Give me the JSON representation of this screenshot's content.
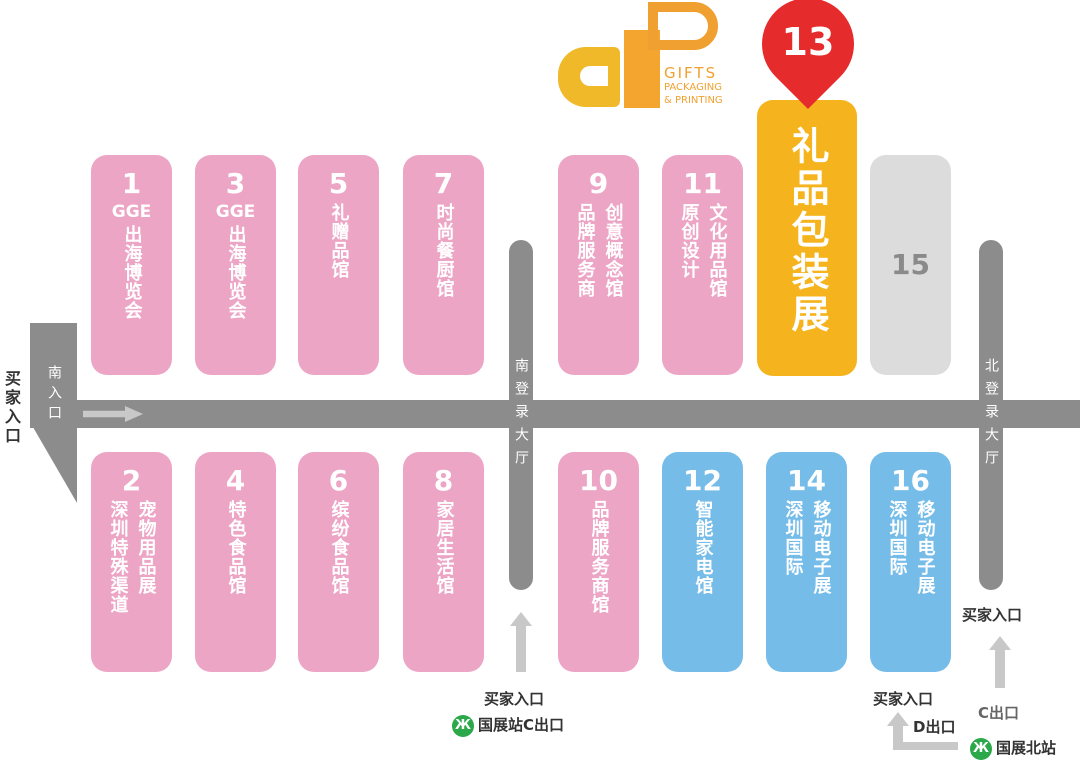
{
  "logo": {
    "text": "GPP",
    "line1": "GIFTS",
    "line2": "PACKAGING",
    "line3": "& PRINTING"
  },
  "highlight": {
    "number": "13",
    "title": "礼品包装展"
  },
  "halls_top": [
    {
      "num": "1",
      "sub": "GGE",
      "cols": [
        "出海博览会"
      ]
    },
    {
      "num": "3",
      "sub": "GGE",
      "cols": [
        "出海博览会"
      ]
    },
    {
      "num": "5",
      "cols": [
        "礼赠品馆"
      ]
    },
    {
      "num": "7",
      "cols": [
        "时尚餐厨馆"
      ]
    },
    {
      "num": "9",
      "cols": [
        "创意概念馆",
        "品牌服务商"
      ]
    },
    {
      "num": "11",
      "cols": [
        "文化用品馆",
        "原创设计"
      ]
    },
    {
      "num": "15"
    }
  ],
  "halls_bottom": [
    {
      "num": "2",
      "cols": [
        "宠物用品展",
        "深圳特殊渠道"
      ]
    },
    {
      "num": "4",
      "cols": [
        "特色食品馆"
      ]
    },
    {
      "num": "6",
      "cols": [
        "缤纷食品馆"
      ]
    },
    {
      "num": "8",
      "cols": [
        "家居生活馆"
      ]
    },
    {
      "num": "10",
      "cols": [
        "品牌服务商馆"
      ]
    },
    {
      "num": "12",
      "cols": [
        "智能家电馆"
      ]
    },
    {
      "num": "14",
      "cols": [
        "移动电子展",
        "深圳国际"
      ]
    },
    {
      "num": "16",
      "cols": [
        "移动电子展",
        "深圳国际"
      ]
    }
  ],
  "south_entrance": "南入口",
  "buyer_entrance": "买家入口",
  "south_lobby": "南登录大厅",
  "north_lobby": "北登录大厅",
  "metro_south": "国展站C出口",
  "metro_north": "国展北站",
  "exit_d": "D出口",
  "exit_c": "C出口",
  "colors": {
    "pink": "#eda5c6",
    "blue": "#75bce8",
    "yellow": "#f5b41e",
    "red": "#e52b2b"
  }
}
